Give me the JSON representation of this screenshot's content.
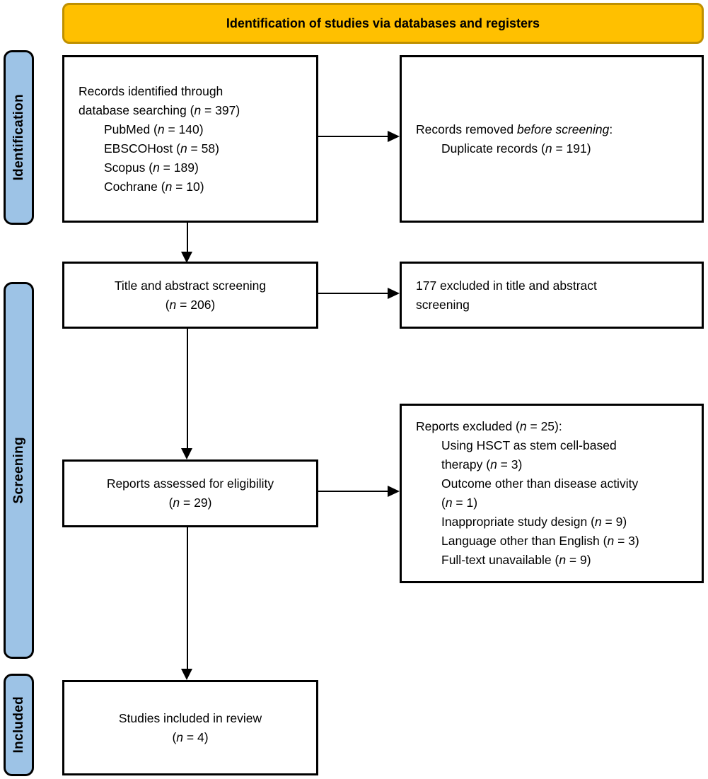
{
  "banner": {
    "title": "Identification of studies via databases and registers"
  },
  "colors": {
    "banner_fill": "#FFC000",
    "banner_border": "#BF9000",
    "stage_fill": "#9DC3E6",
    "stage_border": "#000000",
    "box_fill": "#FFFFFF",
    "box_border": "#000000",
    "arrow_color": "#000000",
    "text_color": "#000000"
  },
  "stages": [
    {
      "label": "Identification"
    },
    {
      "label": "Screening"
    },
    {
      "label": "Included"
    }
  ],
  "boxes": {
    "identified": {
      "lines": [
        {
          "indent": false,
          "parts": [
            {
              "text": "Records identified through"
            }
          ]
        },
        {
          "indent": false,
          "parts": [
            {
              "text": "database searching ("
            },
            {
              "text": "n",
              "italic": true
            },
            {
              "text": " = 397)"
            }
          ]
        },
        {
          "indent": true,
          "parts": [
            {
              "text": "PubMed ("
            },
            {
              "text": "n",
              "italic": true
            },
            {
              "text": " = 140)"
            }
          ]
        },
        {
          "indent": true,
          "parts": [
            {
              "text": "EBSCOHost ("
            },
            {
              "text": "n",
              "italic": true
            },
            {
              "text": " = 58)"
            }
          ]
        },
        {
          "indent": true,
          "parts": [
            {
              "text": "Scopus ("
            },
            {
              "text": "n",
              "italic": true
            },
            {
              "text": " = 189)"
            }
          ]
        },
        {
          "indent": true,
          "parts": [
            {
              "text": "Cochrane ("
            },
            {
              "text": "n",
              "italic": true
            },
            {
              "text": " = 10)"
            }
          ]
        }
      ]
    },
    "removed": {
      "lines": [
        {
          "indent": false,
          "parts": [
            {
              "text": "Records removed "
            },
            {
              "text": "before screening",
              "italic": true
            },
            {
              "text": ":"
            }
          ]
        },
        {
          "indent": true,
          "parts": [
            {
              "text": "Duplicate records ("
            },
            {
              "text": "n",
              "italic": true
            },
            {
              "text": " = 191)"
            }
          ]
        }
      ]
    },
    "title_abstract": {
      "lines": [
        {
          "indent": false,
          "parts": [
            {
              "text": "Title and abstract screening"
            }
          ]
        },
        {
          "indent": false,
          "parts": [
            {
              "text": "("
            },
            {
              "text": "n",
              "italic": true
            },
            {
              "text": " = 206)"
            }
          ]
        }
      ]
    },
    "excluded_screening": {
      "lines": [
        {
          "indent": false,
          "parts": [
            {
              "text": "177 excluded in title and abstract"
            }
          ]
        },
        {
          "indent": false,
          "parts": [
            {
              "text": "screening"
            }
          ]
        }
      ]
    },
    "assessed": {
      "lines": [
        {
          "indent": false,
          "parts": [
            {
              "text": "Reports assessed for eligibility"
            }
          ]
        },
        {
          "indent": false,
          "parts": [
            {
              "text": "("
            },
            {
              "text": "n",
              "italic": true
            },
            {
              "text": " = 29)"
            }
          ]
        }
      ]
    },
    "reports_excluded": {
      "lines": [
        {
          "indent": false,
          "parts": [
            {
              "text": "Reports excluded ("
            },
            {
              "text": "n",
              "italic": true
            },
            {
              "text": " = 25):"
            }
          ]
        },
        {
          "indent": true,
          "parts": [
            {
              "text": "Using HSCT as stem cell-based"
            }
          ]
        },
        {
          "indent": true,
          "parts": [
            {
              "text": "therapy ("
            },
            {
              "text": "n",
              "italic": true
            },
            {
              "text": " = 3)"
            }
          ]
        },
        {
          "indent": true,
          "parts": [
            {
              "text": "Outcome other than disease activity"
            }
          ]
        },
        {
          "indent": true,
          "parts": [
            {
              "text": "("
            },
            {
              "text": "n",
              "italic": true
            },
            {
              "text": " = 1)"
            }
          ]
        },
        {
          "indent": true,
          "parts": [
            {
              "text": "Inappropriate study design ("
            },
            {
              "text": "n",
              "italic": true
            },
            {
              "text": " = 9)"
            }
          ]
        },
        {
          "indent": true,
          "parts": [
            {
              "text": "Language other than English ("
            },
            {
              "text": "n",
              "italic": true
            },
            {
              "text": " = 3)"
            }
          ]
        },
        {
          "indent": true,
          "parts": [
            {
              "text": "Full-text unavailable ("
            },
            {
              "text": "n",
              "italic": true
            },
            {
              "text": " = 9)"
            }
          ]
        }
      ]
    },
    "included": {
      "lines": [
        {
          "indent": false,
          "parts": [
            {
              "text": "Studies included in review"
            }
          ]
        },
        {
          "indent": false,
          "parts": [
            {
              "text": "("
            },
            {
              "text": "n",
              "italic": true
            },
            {
              "text": " = 4)"
            }
          ]
        }
      ]
    }
  }
}
